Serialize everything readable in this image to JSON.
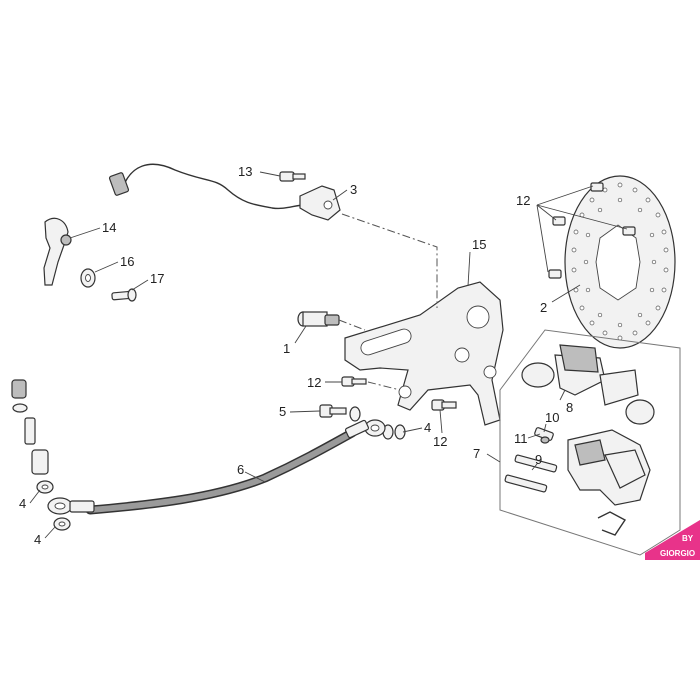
{
  "diagram": {
    "labels": {
      "l1": "1",
      "l2": "2",
      "l3": "3",
      "l4a": "4",
      "l4b": "4",
      "l4c": "4",
      "l5": "5",
      "l6": "6",
      "l7": "7",
      "l8": "8",
      "l9": "9",
      "l10": "10",
      "l11": "11",
      "l12a": "12",
      "l12b": "12",
      "l12c": "12",
      "l13": "13",
      "l14": "14",
      "l15": "15",
      "l16": "16",
      "l17": "17"
    },
    "watermark": {
      "line1": "BY",
      "line2": "GIORGIO",
      "color": "#e8338a"
    }
  }
}
